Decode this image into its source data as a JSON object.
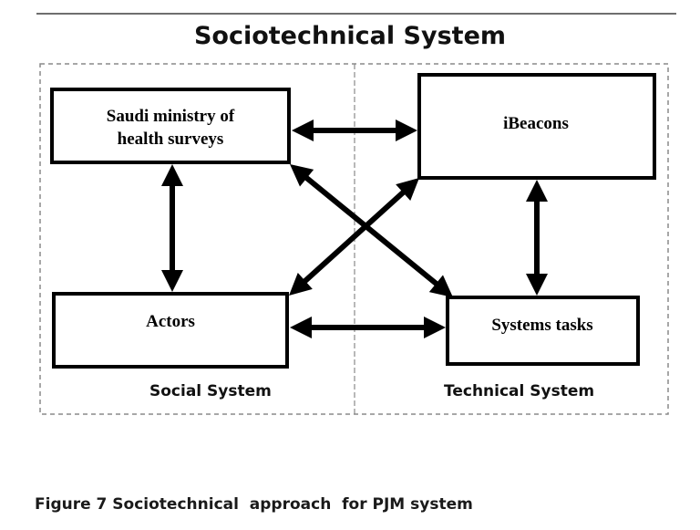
{
  "title": "Sociotechnical System",
  "nodes": {
    "ministry": {
      "line1": "Saudi ministry of",
      "line2": "health surveys"
    },
    "ibeacons": {
      "label": "iBeacons"
    },
    "actors": {
      "label": "Actors"
    },
    "tasks": {
      "label": "Systems tasks"
    }
  },
  "regions": {
    "social": "Social System",
    "technical": "Technical System"
  },
  "edges": [
    {
      "from": "ministry",
      "to": "ibeacons",
      "type": "bidirectional"
    },
    {
      "from": "ministry",
      "to": "actors",
      "type": "bidirectional"
    },
    {
      "from": "ibeacons",
      "to": "tasks",
      "type": "bidirectional"
    },
    {
      "from": "actors",
      "to": "tasks",
      "type": "bidirectional"
    },
    {
      "from": "ministry",
      "to": "tasks",
      "type": "bidirectional"
    },
    {
      "from": "ibeacons",
      "to": "actors",
      "type": "bidirectional"
    }
  ],
  "caption": "Figure 7 Sociotechnical  approach  for PJM system",
  "colors": {
    "stroke": "#000000",
    "dash": "#8a8a8a",
    "rule": "#6e6e6e"
  }
}
